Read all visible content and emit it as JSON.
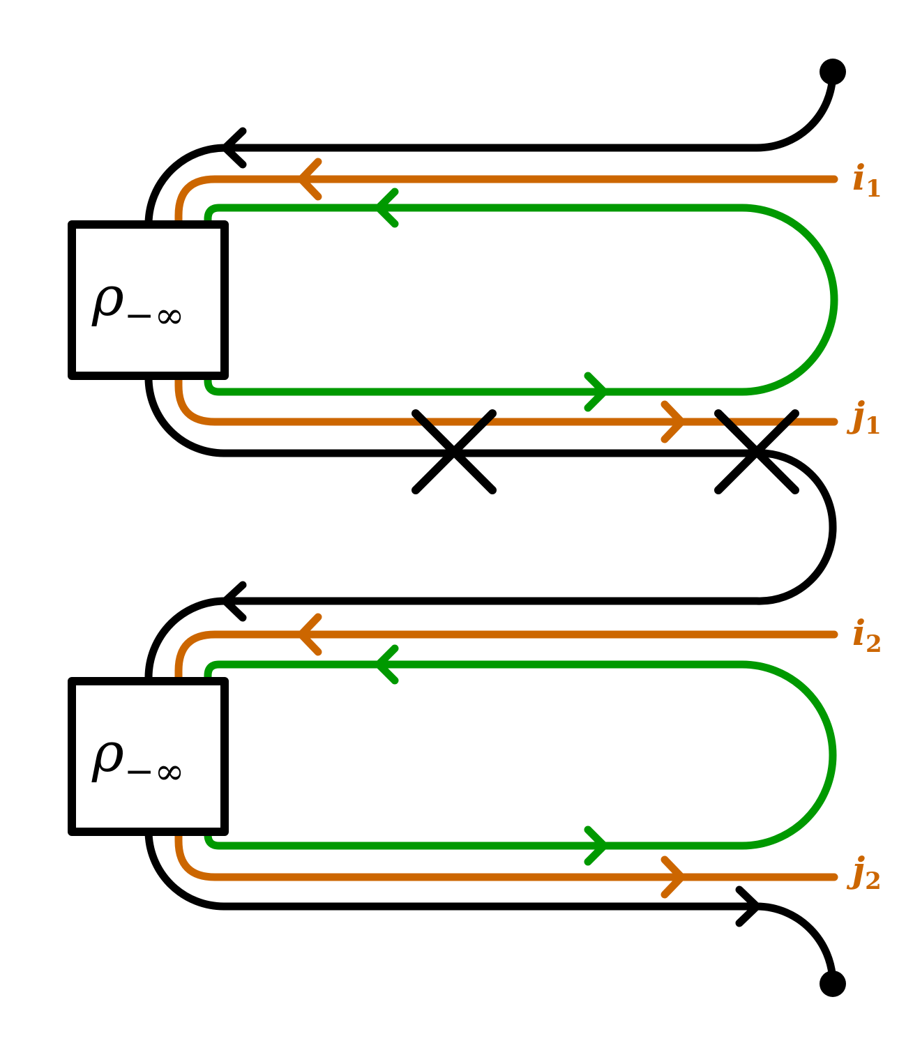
{
  "colors": {
    "contour": "#000000",
    "orange": "#cc6600",
    "green": "#009900"
  },
  "boxes": [
    {
      "symbol": "ρ",
      "subscript": "−∞"
    },
    {
      "symbol": "ρ",
      "subscript": "−∞"
    }
  ],
  "ports": [
    {
      "letter": "i",
      "index": "1"
    },
    {
      "letter": "j",
      "index": "1"
    },
    {
      "letter": "i",
      "index": "2"
    },
    {
      "letter": "j",
      "index": "2"
    }
  ],
  "markers": {
    "endpoint_icon": "filled-circle-icon",
    "vertex_icon": "cross-icon"
  }
}
